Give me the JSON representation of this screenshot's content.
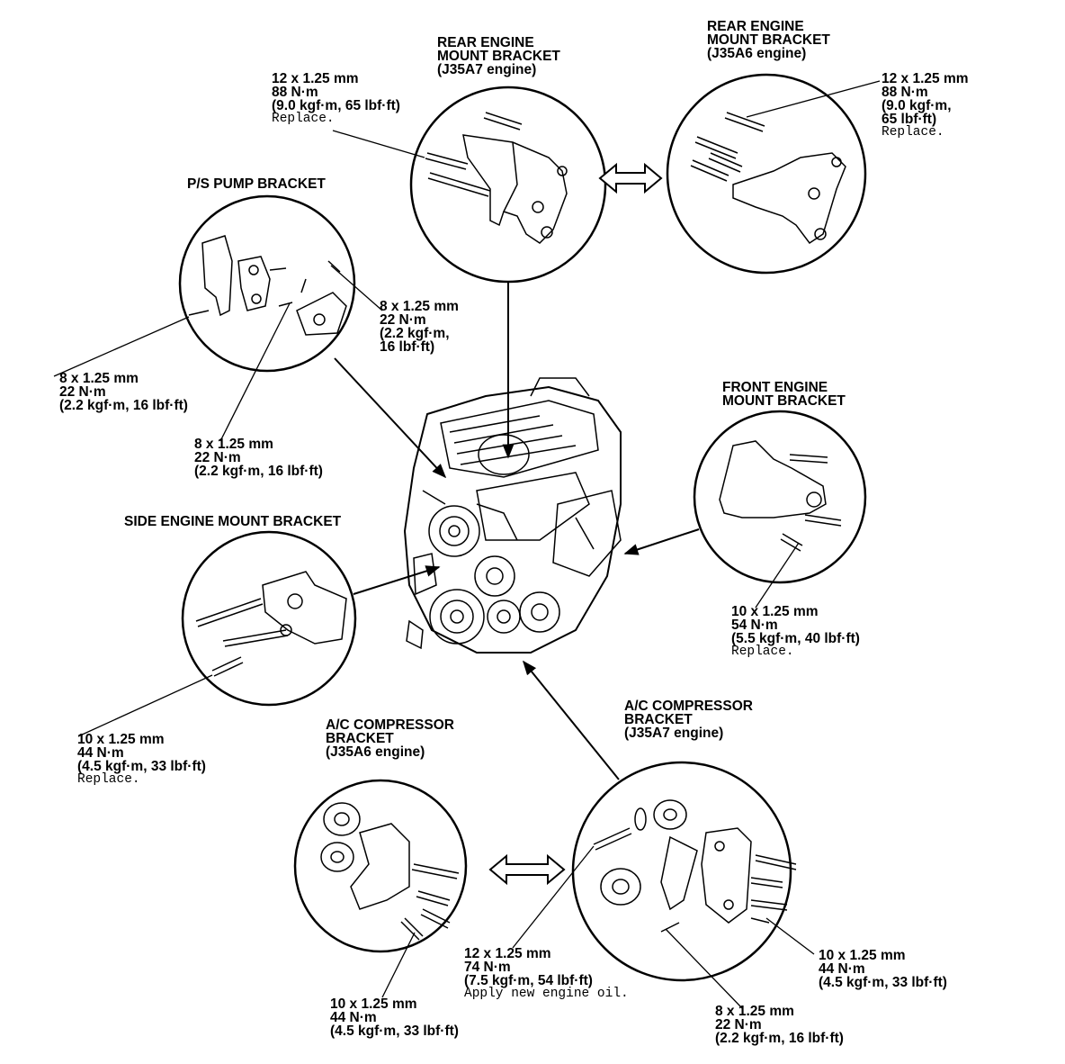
{
  "callouts": {
    "rear_a7": {
      "title": [
        "REAR ENGINE",
        "MOUNT BRACKET",
        "(J35A7 engine)"
      ]
    },
    "rear_a7_bolt": {
      "lines": [
        "12 x 1.25 mm",
        "88 N·m",
        "(9.0 kgf·m, 65 lbf·ft)"
      ],
      "note": "Replace."
    },
    "rear_a6": {
      "title": [
        "REAR ENGINE",
        "MOUNT BRACKET",
        "(J35A6 engine)"
      ]
    },
    "rear_a6_bolt": {
      "lines": [
        "12 x 1.25 mm",
        "88 N·m",
        "(9.0 kgf·m,",
        "65 lbf·ft)"
      ],
      "note": "Replace."
    },
    "ps_pump": {
      "title": [
        "P/S PUMP BRACKET"
      ]
    },
    "ps_bolt_right": {
      "lines": [
        "8 x 1.25 mm",
        "22 N·m",
        "(2.2 kgf·m,",
        "16 lbf·ft)"
      ]
    },
    "ps_bolt_left": {
      "lines": [
        "8 x 1.25 mm",
        "22 N·m",
        "(2.2 kgf·m, 16 lbf·ft)"
      ]
    },
    "ps_bolt_center": {
      "lines": [
        "8 x 1.25 mm",
        "22 N·m",
        "(2.2 kgf·m, 16 lbf·ft)"
      ]
    },
    "front": {
      "title": [
        "FRONT ENGINE",
        "MOUNT BRACKET"
      ]
    },
    "front_bolt": {
      "lines": [
        "10 x 1.25 mm",
        "54 N·m",
        "(5.5 kgf·m, 40 lbf·ft)"
      ],
      "note": "Replace."
    },
    "side": {
      "title": [
        "SIDE ENGINE MOUNT BRACKET"
      ]
    },
    "side_bolt": {
      "lines": [
        "10 x 1.25 mm",
        "44 N·m",
        "(4.5 kgf·m, 33 lbf·ft)"
      ],
      "note": "Replace."
    },
    "ac_a6": {
      "title": [
        "A/C COMPRESSOR",
        "BRACKET",
        "(J35A6 engine)"
      ]
    },
    "ac_a6_bolt": {
      "lines": [
        "10 x 1.25 mm",
        "44 N·m",
        "(4.5 kgf·m, 33 lbf·ft)"
      ]
    },
    "ac_a7": {
      "title": [
        "A/C COMPRESSOR",
        "BRACKET",
        "(J35A7 engine)"
      ]
    },
    "ac_a7_bolt12": {
      "lines": [
        "12 x 1.25 mm",
        "74 N·m",
        "(7.5 kgf·m, 54 lbf·ft)"
      ],
      "note": "Apply new engine oil."
    },
    "ac_a7_bolt10": {
      "lines": [
        "10 x 1.25 mm",
        "44 N·m",
        "(4.5 kgf·m, 33 lbf·ft)"
      ]
    },
    "ac_a7_bolt8": {
      "lines": [
        "8 x 1.25 mm",
        "22 N·m",
        "(2.2 kgf·m, 16 lbf·ft)"
      ]
    }
  }
}
